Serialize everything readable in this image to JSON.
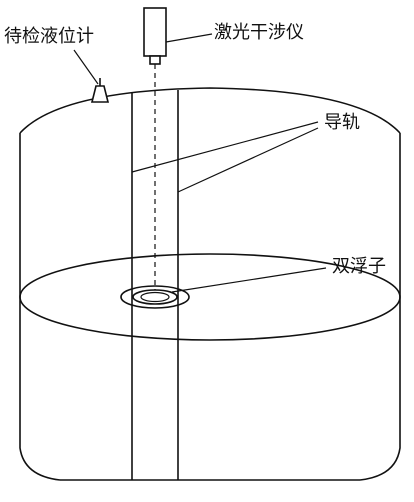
{
  "labels": {
    "gauge_under_test": "待检液位计",
    "laser_interferometer": "激光干涉仪",
    "guide_rail": "导轨",
    "double_float": "双浮子"
  },
  "colors": {
    "stroke": "#111111",
    "background": "#ffffff"
  }
}
